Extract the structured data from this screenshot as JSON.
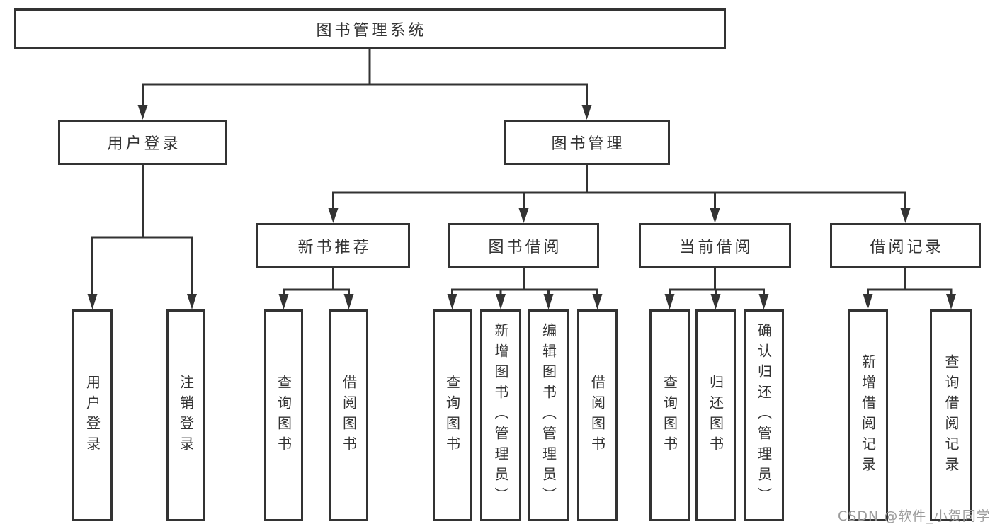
{
  "diagram_title": "图书管理系统",
  "tree": {
    "label": "图书管理系统",
    "children": [
      {
        "label": "用户登录",
        "children": [
          {
            "label": "用户登录"
          },
          {
            "label": "注销登录"
          }
        ]
      },
      {
        "label": "图书管理",
        "children": [
          {
            "label": "新书推荐",
            "children": [
              {
                "label": "查询图书"
              },
              {
                "label": "借阅图书"
              }
            ]
          },
          {
            "label": "图书借阅",
            "children": [
              {
                "label": "查询图书"
              },
              {
                "label": "新增图书（管理员）"
              },
              {
                "label": "编辑图书（管理员）"
              },
              {
                "label": "借阅图书"
              }
            ]
          },
          {
            "label": "当前借阅",
            "children": [
              {
                "label": "查询图书"
              },
              {
                "label": "归还图书"
              },
              {
                "label": "确认归还（管理员）"
              }
            ]
          },
          {
            "label": "借阅记录",
            "children": [
              {
                "label": "新增借阅记录"
              },
              {
                "label": "查询借阅记录"
              }
            ]
          }
        ]
      }
    ]
  },
  "watermark": {
    "text": "CSDN @软件_小贺同学",
    "color": "#9b9b9b"
  },
  "colors": {
    "line": "#333333",
    "text": "#333333",
    "box_background": "#ffffff",
    "page_background": "#ffffff"
  }
}
